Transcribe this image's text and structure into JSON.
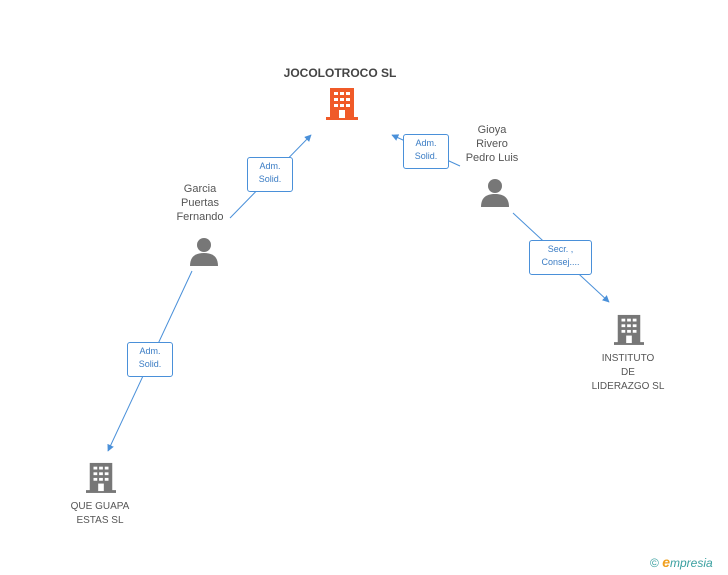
{
  "nodes": {
    "main_company": {
      "name": "JOCOLOTROCO SL",
      "icon": "building-icon",
      "color": "#f05a28"
    },
    "person_garcia": {
      "lines": [
        "Garcia",
        "Puertas",
        "Fernando"
      ],
      "icon": "person-icon"
    },
    "person_gioya": {
      "lines": [
        "Gioya",
        "Rivero",
        "Pedro Luis"
      ],
      "icon": "person-icon"
    },
    "company_instituto": {
      "lines": [
        "INSTITUTO",
        "DE",
        "LIDERAZGO SL"
      ],
      "icon": "building-icon"
    },
    "company_que_guapa": {
      "lines": [
        "QUE GUAPA",
        "ESTAS SL"
      ],
      "icon": "building-icon"
    }
  },
  "edges": {
    "garcia_to_main": {
      "lines": [
        "Adm.",
        "Solid."
      ]
    },
    "gioya_to_main": {
      "lines": [
        "Adm.",
        "Solid."
      ]
    },
    "gioya_to_instituto": {
      "lines": [
        "Secr. ,",
        "Consej...."
      ]
    },
    "garcia_to_que_guapa": {
      "lines": [
        "Adm.",
        "Solid."
      ]
    }
  },
  "colors": {
    "edge": "#4a90d9",
    "icon_gray": "#777777",
    "accent": "#f05a28"
  },
  "brand": {
    "copyright": "©",
    "first_letter": "e",
    "rest": "mpresia"
  }
}
